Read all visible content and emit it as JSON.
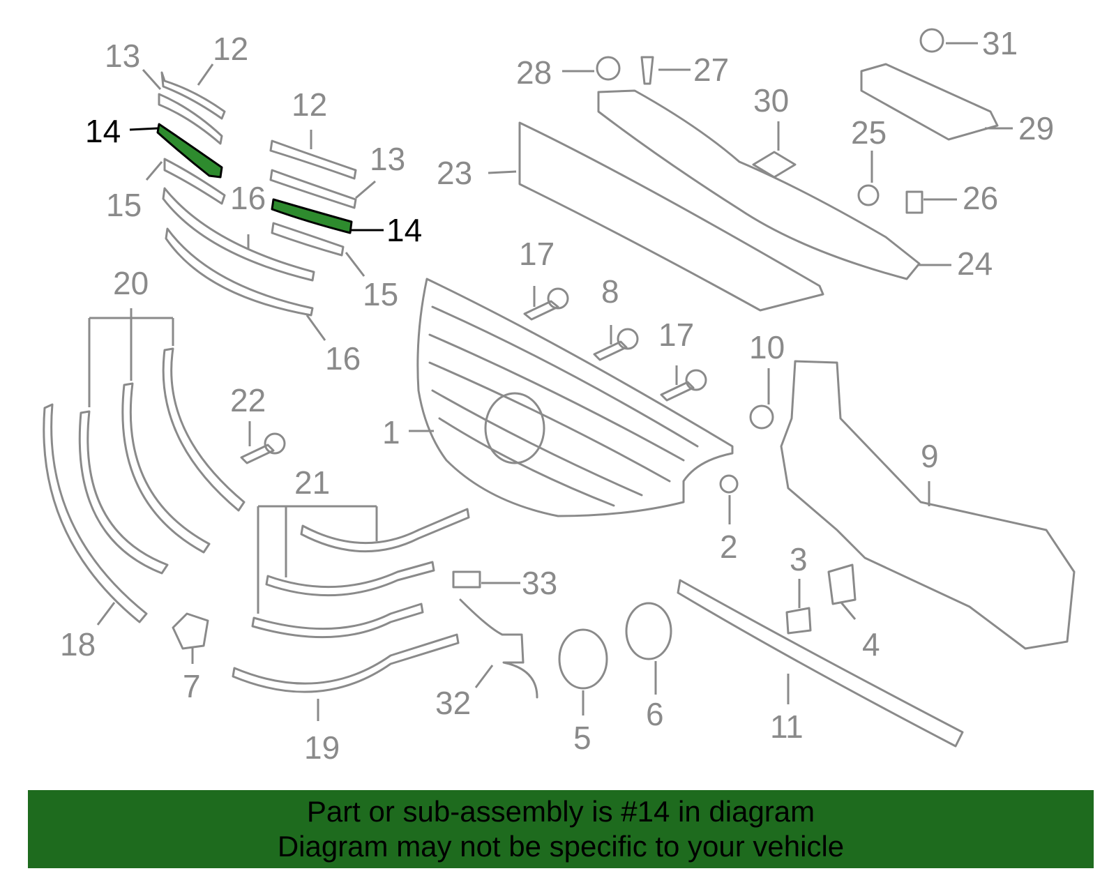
{
  "callouts": {
    "c1": "1",
    "c2": "2",
    "c3": "3",
    "c4": "4",
    "c5": "5",
    "c6": "6",
    "c7": "7",
    "c8": "8",
    "c9": "9",
    "c10": "10",
    "c11": "11",
    "c12a": "12",
    "c12b": "12",
    "c13a": "13",
    "c13b": "13",
    "c14a": "14",
    "c14b": "14",
    "c15a": "15",
    "c15b": "15",
    "c16a": "16",
    "c16b": "16",
    "c17a": "17",
    "c17b": "17",
    "c18": "18",
    "c19": "19",
    "c20": "20",
    "c21": "21",
    "c22": "22",
    "c23": "23",
    "c24": "24",
    "c25": "25",
    "c26": "26",
    "c27": "27",
    "c28": "28",
    "c29": "29",
    "c30": "30",
    "c31": "31",
    "c32": "32",
    "c33": "33"
  },
  "banner": {
    "line1": "Part or sub-assembly is #14 in diagram",
    "line2": "Diagram may not be specific to your vehicle"
  },
  "colors": {
    "linework": "#8a8a8a",
    "highlight_part": "#2e8b2e",
    "banner_bg": "#1e6b1e",
    "highlight_label": "#000000"
  }
}
